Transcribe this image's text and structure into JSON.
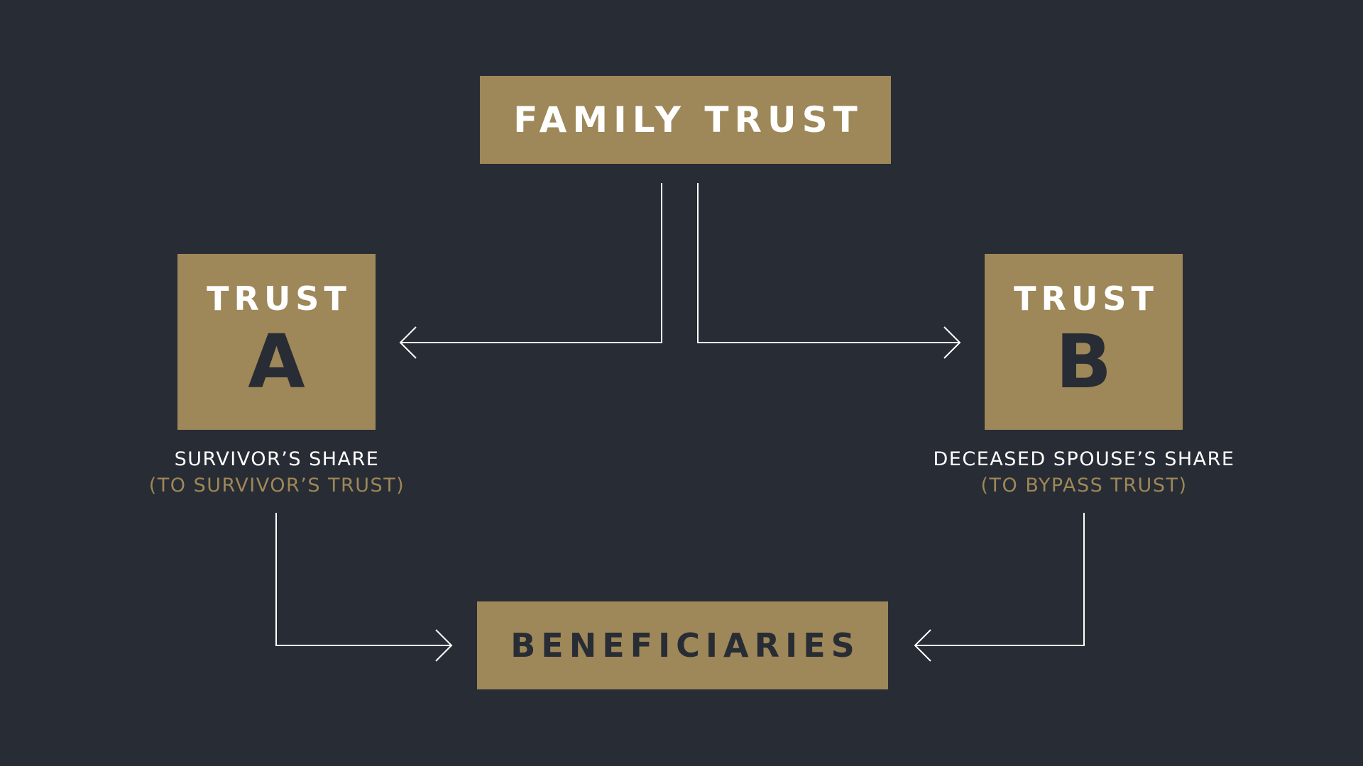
{
  "diagram": {
    "top_node": {
      "label": "FAMILY TRUST"
    },
    "trust_a": {
      "word": "TRUST",
      "letter": "A",
      "caption_main": "SURVIVOR’S SHARE",
      "caption_sub": "(TO SURVIVOR’S TRUST)"
    },
    "trust_b": {
      "word": "TRUST",
      "letter": "B",
      "caption_main": "DECEASED SPOUSE’S SHARE",
      "caption_sub": "(TO BYPASS TRUST)"
    },
    "bottom_node": {
      "label": "BENEFICIARIES"
    },
    "colors": {
      "background": "#282c34",
      "box_fill": "#9e8758",
      "light_text": "#ffffff",
      "accent_text": "#9e8758",
      "connector": "#ffffff"
    }
  }
}
